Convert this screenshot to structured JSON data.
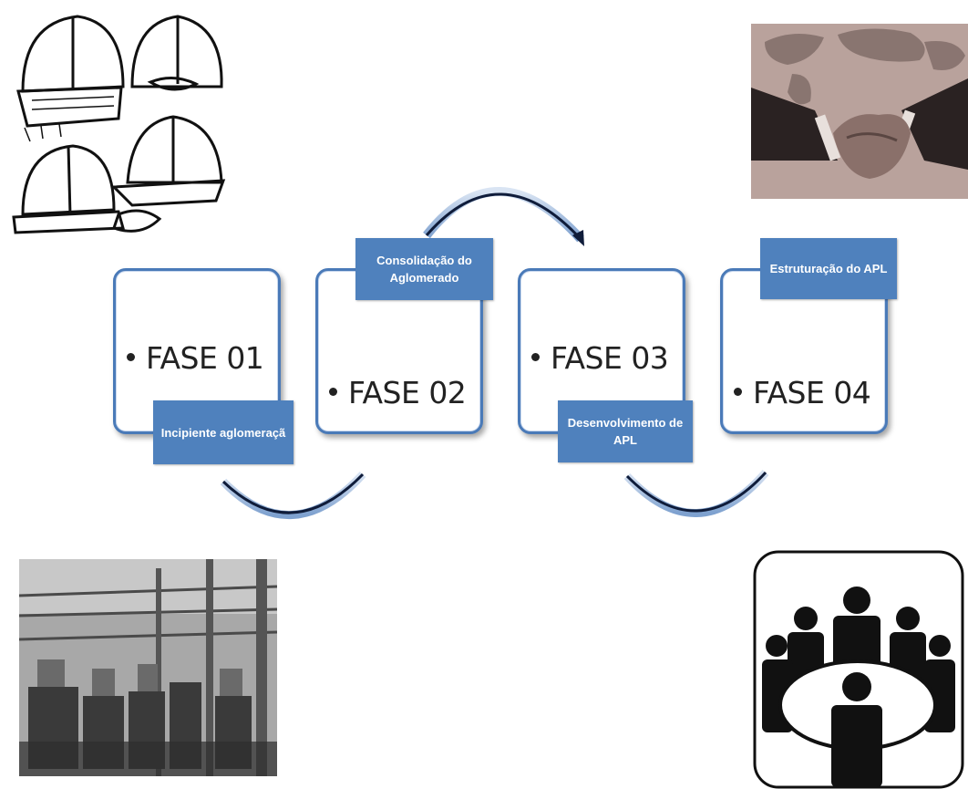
{
  "phases": [
    {
      "label": "FASE 01",
      "tag": "Incipiente aglomeraçã"
    },
    {
      "label": "FASE 02",
      "tag": "Consolidação do Aglomerado"
    },
    {
      "label": "FASE 03",
      "tag": "Desenvolvimento de APL"
    },
    {
      "label": "FASE 04",
      "tag": "Estruturação do APL"
    }
  ],
  "colors": {
    "box_border": "#4a7ab8",
    "tag_fill": "#4f81bd",
    "arrow": "#0f1c3a"
  },
  "images": {
    "top_left": "cap-sketches-image",
    "top_right": "handshake-world-map-image",
    "bottom_left": "factory-floor-photo",
    "bottom_right": "meeting-table-icon"
  }
}
